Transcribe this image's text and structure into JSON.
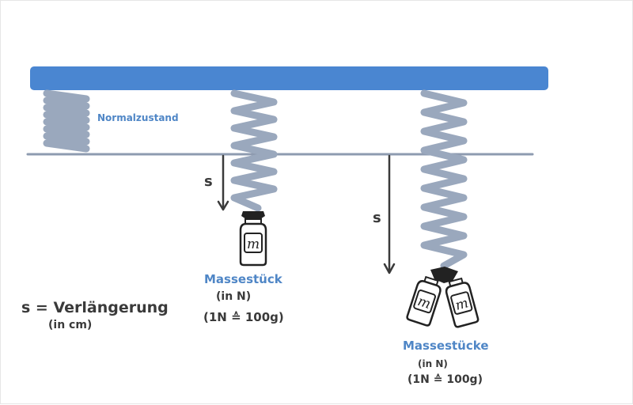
{
  "colors": {
    "ceiling": "#4a86d1",
    "spring": "#9aa8bd",
    "reference_line": "#8e9bb0",
    "arrow": "#3a3a3a",
    "label_blue": "#4f86c6",
    "label_dark": "#3a3a3a",
    "weight_cap": "#222222"
  },
  "labels": {
    "normal_state": "Normalzustand",
    "extension_s_left": "s",
    "extension_s_right": "s",
    "mass_single": "Massestück",
    "mass_single_unit": "(in N)",
    "mass_single_conv": "(1N ≙ 100g)",
    "mass_double": "Massestücke",
    "mass_double_unit": "(in N)",
    "mass_double_conv": "(1N ≙ 100g)",
    "legend_s": "s = Verlängerung",
    "legend_unit": "(in cm)",
    "weight_letter": "m"
  },
  "icons": [
    "mass-weight-icon",
    "spring-icon",
    "arrow-down-icon"
  ]
}
